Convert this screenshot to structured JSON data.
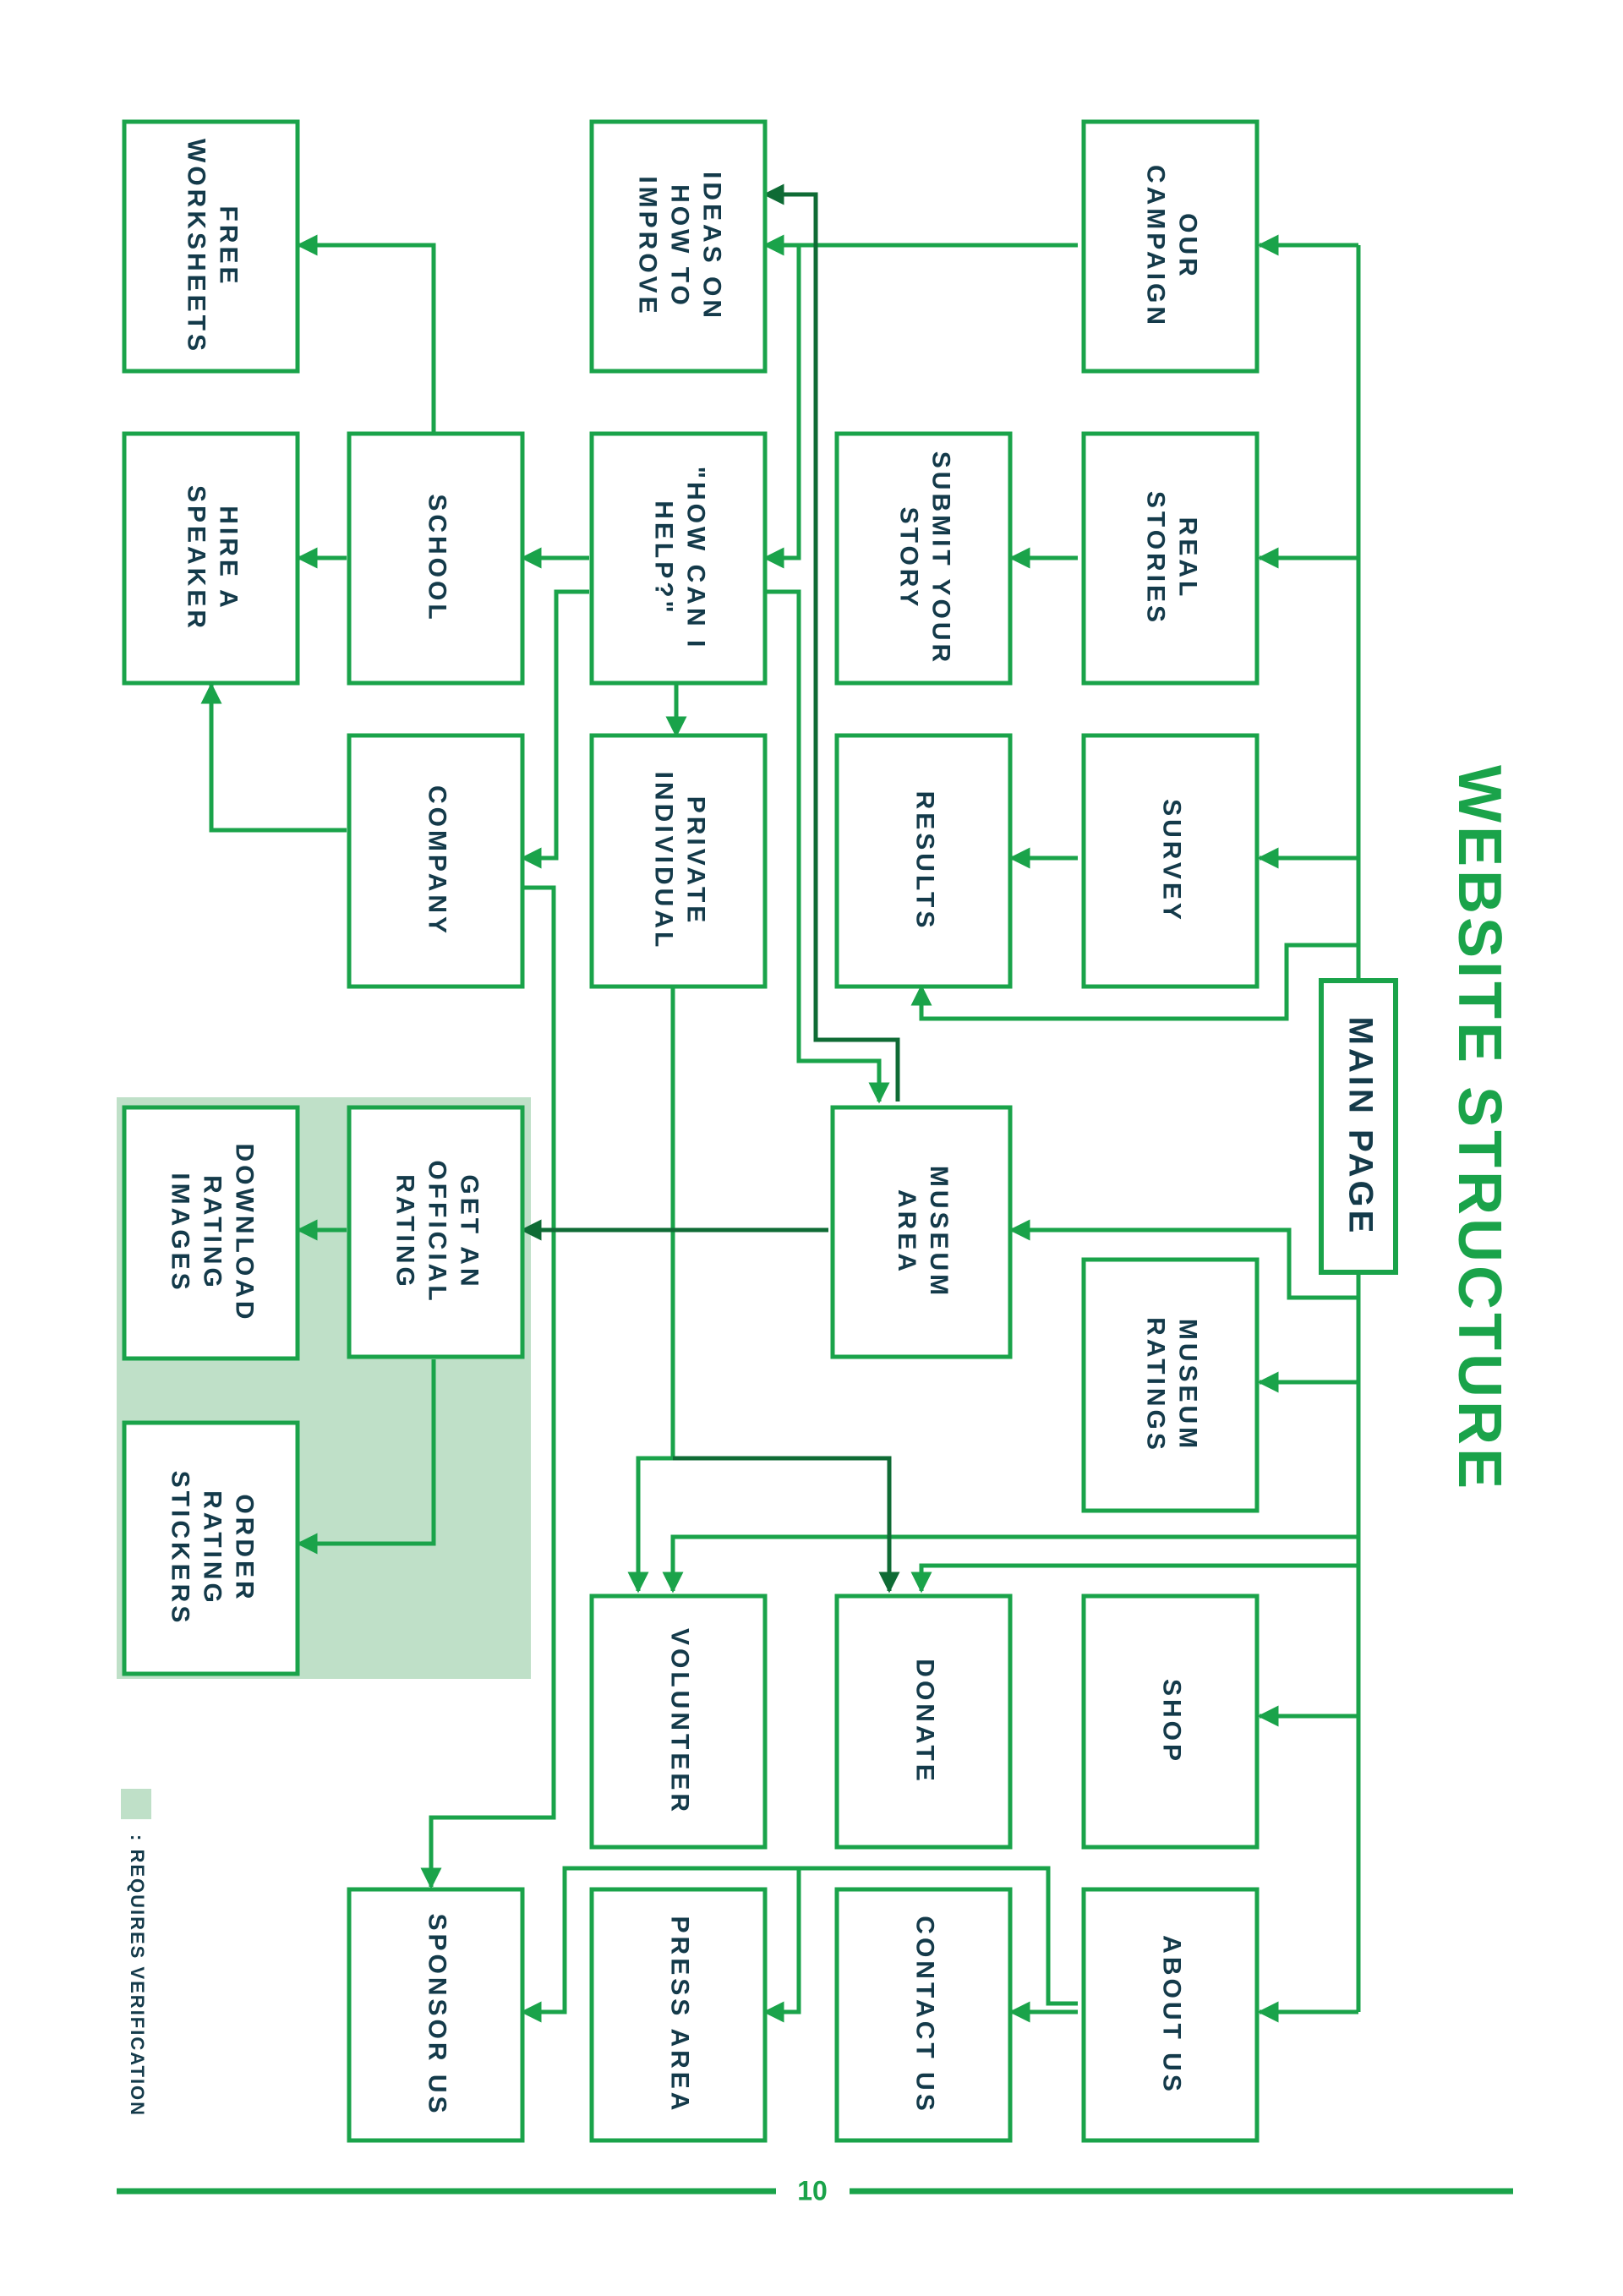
{
  "title": "WEBSITE STRUCTURE",
  "page_number": "10",
  "legend": {
    "label": ": REQUIRES VERIFICATION",
    "meaning": "requires verification"
  },
  "colors": {
    "primary": "#1aa34a",
    "dark": "#0f6b35",
    "text": "#143a4a",
    "highlight": "#bfe0c8",
    "background": "#ffffff"
  },
  "nodes": [
    {
      "id": "main_page",
      "lines": [
        "MAIN PAGE"
      ]
    },
    {
      "id": "our_campaign",
      "lines": [
        "OUR",
        "CAMPAIGN"
      ]
    },
    {
      "id": "real_stories",
      "lines": [
        "REAL",
        "STORIES"
      ]
    },
    {
      "id": "survey",
      "lines": [
        "SURVEY"
      ]
    },
    {
      "id": "museum_ratings",
      "lines": [
        "MUSEUM",
        "RATINGS"
      ]
    },
    {
      "id": "shop",
      "lines": [
        "SHOP"
      ]
    },
    {
      "id": "about_us",
      "lines": [
        "ABOUT US"
      ]
    },
    {
      "id": "submit_story",
      "lines": [
        "SUBMIT YOUR",
        "STORY"
      ]
    },
    {
      "id": "results",
      "lines": [
        "RESULTS"
      ]
    },
    {
      "id": "museum_area",
      "lines": [
        "MUSEUM",
        "AREA"
      ]
    },
    {
      "id": "donate",
      "lines": [
        "DONATE"
      ]
    },
    {
      "id": "contact_us",
      "lines": [
        "CONTACT US"
      ]
    },
    {
      "id": "ideas",
      "lines": [
        "IDEAS ON",
        "HOW TO",
        "IMPROVE"
      ]
    },
    {
      "id": "how_can_i_help",
      "lines": [
        "\"HOW CAN I",
        "HELP?\""
      ]
    },
    {
      "id": "private_individual",
      "lines": [
        "PRIVATE",
        "INDIVIDUAL"
      ]
    },
    {
      "id": "volunteer",
      "lines": [
        "VOLUNTEER"
      ]
    },
    {
      "id": "press_area",
      "lines": [
        "PRESS AREA"
      ]
    },
    {
      "id": "school",
      "lines": [
        "SCHOOL"
      ]
    },
    {
      "id": "company",
      "lines": [
        "COMPANY"
      ]
    },
    {
      "id": "official_rating",
      "lines": [
        "GET AN",
        "OFFICIAL",
        "RATING"
      ]
    },
    {
      "id": "sponsor_us",
      "lines": [
        "SPONSOR US"
      ]
    },
    {
      "id": "free_worksheets",
      "lines": [
        "FREE",
        "WORKSHEETS"
      ]
    },
    {
      "id": "hire_speaker",
      "lines": [
        "HIRE A",
        "SPEAKER"
      ]
    },
    {
      "id": "download_images",
      "lines": [
        "DOWNLOAD",
        "RATING",
        "IMAGES"
      ]
    },
    {
      "id": "order_stickers",
      "lines": [
        "ORDER",
        "RATING",
        "STICKERS"
      ]
    }
  ],
  "edges": [
    {
      "from": "main_page",
      "to": "our_campaign"
    },
    {
      "from": "main_page",
      "to": "real_stories"
    },
    {
      "from": "main_page",
      "to": "survey"
    },
    {
      "from": "main_page",
      "to": "results"
    },
    {
      "from": "main_page",
      "to": "museum_area"
    },
    {
      "from": "main_page",
      "to": "museum_ratings"
    },
    {
      "from": "main_page",
      "to": "volunteer"
    },
    {
      "from": "main_page",
      "to": "donate"
    },
    {
      "from": "main_page",
      "to": "shop"
    },
    {
      "from": "main_page",
      "to": "about_us"
    },
    {
      "from": "our_campaign",
      "to": "ideas"
    },
    {
      "from": "real_stories",
      "to": "submit_story"
    },
    {
      "from": "survey",
      "to": "results"
    },
    {
      "from": "museum_area",
      "to": "ideas"
    },
    {
      "from": "museum_area",
      "to": "official_rating"
    },
    {
      "from": "ideas",
      "to": "how_can_i_help"
    },
    {
      "from": "how_can_i_help",
      "to": "museum_area"
    },
    {
      "from": "how_can_i_help",
      "to": "school"
    },
    {
      "from": "how_can_i_help",
      "to": "private_individual"
    },
    {
      "from": "how_can_i_help",
      "to": "company"
    },
    {
      "from": "private_individual",
      "to": "volunteer"
    },
    {
      "from": "private_individual",
      "to": "donate"
    },
    {
      "from": "school",
      "to": "free_worksheets"
    },
    {
      "from": "school",
      "to": "hire_speaker"
    },
    {
      "from": "company",
      "to": "hire_speaker"
    },
    {
      "from": "company",
      "to": "sponsor_us"
    },
    {
      "from": "official_rating",
      "to": "download_images"
    },
    {
      "from": "official_rating",
      "to": "order_stickers"
    },
    {
      "from": "about_us",
      "to": "contact_us"
    },
    {
      "from": "about_us",
      "to": "press_area"
    },
    {
      "from": "about_us",
      "to": "sponsor_us"
    }
  ]
}
